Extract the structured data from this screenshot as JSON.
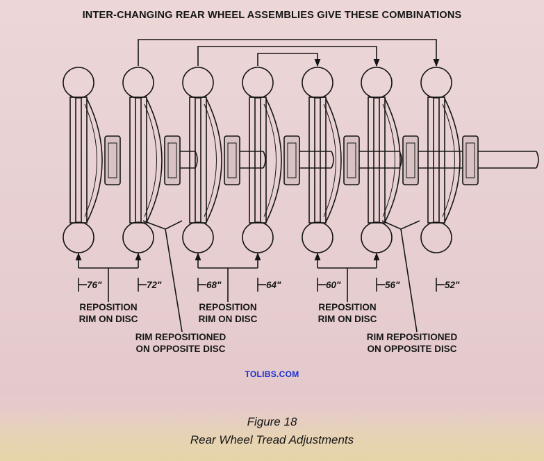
{
  "heading": "INTER-CHANGING REAR WHEEL ASSEMBLIES GIVE THESE COMBINATIONS",
  "treads": [
    "76\"",
    "72\"",
    "68\"",
    "64\"",
    "60\"",
    "56\"",
    "52\""
  ],
  "labels": {
    "reposition_1": "REPOSITION",
    "rim_on_disc_1": "RIM ON DISC",
    "reposition_2": "REPOSITION",
    "rim_on_disc_2": "RIM ON DISC",
    "reposition_3": "REPOSITION",
    "rim_on_disc_3": "RIM ON DISC",
    "rim_repositioned_1": "RIM REPOSITIONED",
    "opposite_disc_1": "ON OPPOSITE DISC",
    "rim_repositioned_2": "RIM REPOSITIONED",
    "opposite_disc_2": "ON OPPOSITE DISC"
  },
  "watermark": "TOLIBS.COM",
  "figure": {
    "number": "Figure 18",
    "caption": "Rear Wheel Tread Adjustments"
  },
  "colors": {
    "ink": "#151515",
    "paper": "#e9d2d3",
    "watermark": "#1a2fd0"
  }
}
